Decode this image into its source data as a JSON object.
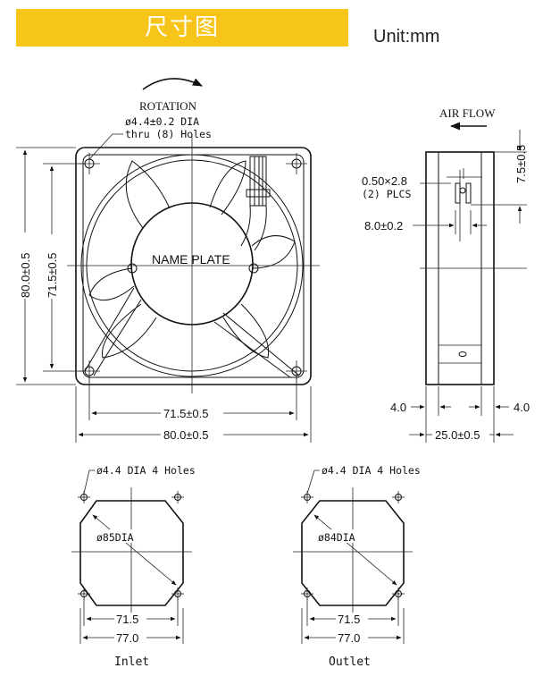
{
  "header": {
    "title": "尺寸图",
    "unit": "Unit:mm",
    "accent_color": "#f7c51a"
  },
  "front": {
    "rotation": "ROTATION",
    "hole_note_line1": "ø4.4±0.2 DIA",
    "hole_note_line2": "thru (8) Holes",
    "name_plate": "NAME PLATE",
    "dim_outer_v": "80.0±0.5",
    "dim_inner_v": "71.5±0.5",
    "dim_inner_h": "71.5±0.5",
    "dim_outer_h": "80.0±0.5"
  },
  "side": {
    "air_flow": "AIR FLOW",
    "terminal_line1": "0.50×2.8",
    "terminal_line2": "(2) PLCS",
    "dim_top": "7.5±0.5",
    "dim_terminal_pos": "8.0±0.2",
    "dim_left_flange": "4.0",
    "dim_right_flange": "4.0",
    "dim_depth": "25.0±0.5"
  },
  "inlet": {
    "holes": "ø4.4 DIA 4 Holes",
    "dia": "ø85DIA",
    "dim_inner": "71.5",
    "dim_outer": "77.0",
    "label": "Inlet"
  },
  "outlet": {
    "holes": "ø4.4 DIA 4 Holes",
    "dia": "ø84DIA",
    "dim_inner": "71.5",
    "dim_outer": "77.0",
    "label": "Outlet"
  }
}
